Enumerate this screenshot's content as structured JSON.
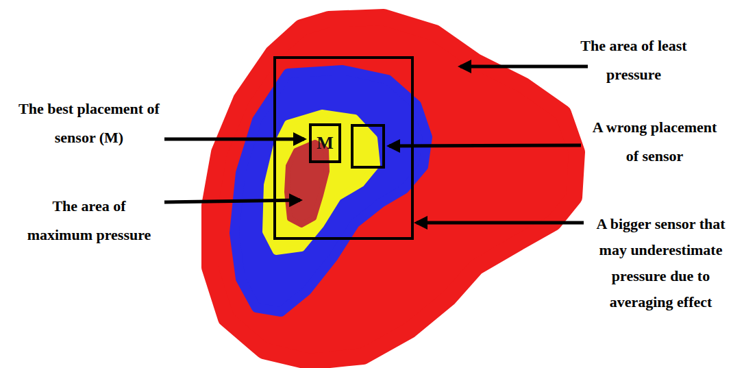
{
  "diagram": {
    "nodes": [
      {
        "text": [
          "M"
        ]
      }
    ],
    "labels": [
      "The area of least pressure",
      "The best placement of sensor (M)",
      "A wrong placement of sensor",
      "The area of maximum pressure",
      "A bigger sensor that may underestimate pressure due to averaging effect"
    ]
  }
}
